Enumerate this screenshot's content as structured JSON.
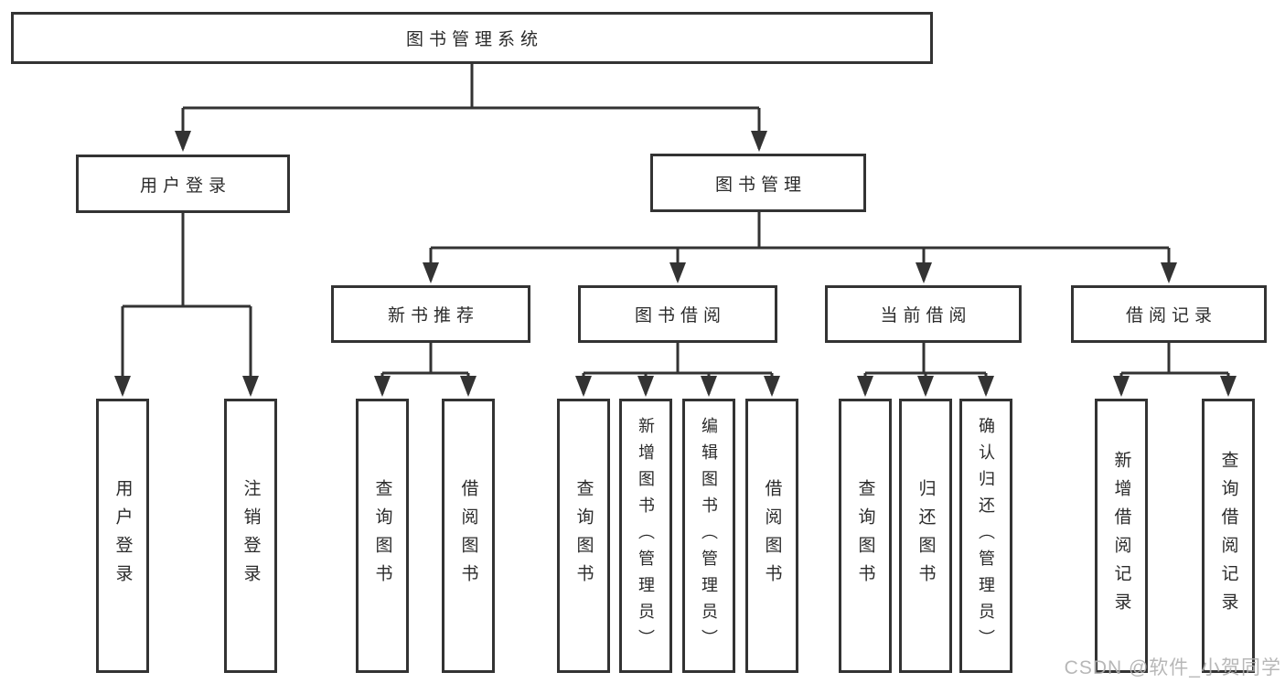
{
  "diagram": {
    "type": "hierarchy",
    "colors": {
      "line": "#333333",
      "box_border": "#333333",
      "box_background": "#ffffff",
      "text": "#2b2b2b",
      "watermark": "#b0b0b0"
    },
    "nodes": {
      "root": {
        "label": "图书管理系统"
      },
      "level1": [
        {
          "label": "用户登录"
        },
        {
          "label": "图书管理"
        }
      ],
      "level2": [
        {
          "label": "新书推荐",
          "parent": "图书管理"
        },
        {
          "label": "图书借阅",
          "parent": "图书管理"
        },
        {
          "label": "当前借阅",
          "parent": "图书管理"
        },
        {
          "label": "借阅记录",
          "parent": "图书管理"
        }
      ],
      "leaves": [
        {
          "label": "用户登录",
          "parent": "用户登录"
        },
        {
          "label": "注销登录",
          "parent": "用户登录"
        },
        {
          "label": "查询图书",
          "parent": "新书推荐"
        },
        {
          "label": "借阅图书",
          "parent": "新书推荐"
        },
        {
          "label": "查询图书",
          "parent": "图书借阅"
        },
        {
          "label": "新增图书（管理员）",
          "parent": "图书借阅"
        },
        {
          "label": "编辑图书（管理员）",
          "parent": "图书借阅"
        },
        {
          "label": "借阅图书",
          "parent": "图书借阅"
        },
        {
          "label": "查询图书",
          "parent": "当前借阅"
        },
        {
          "label": "归还图书",
          "parent": "当前借阅"
        },
        {
          "label": "确认归还（管理员）",
          "parent": "当前借阅"
        },
        {
          "label": "新增借阅记录",
          "parent": "借阅记录"
        },
        {
          "label": "查询借阅记录",
          "parent": "借阅记录"
        }
      ]
    },
    "watermark": "CSDN @软件_小贺同学"
  }
}
